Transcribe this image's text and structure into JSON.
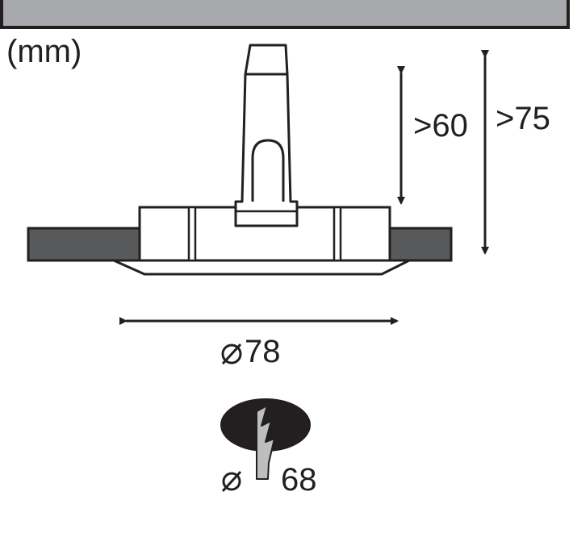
{
  "unit_label": "(mm)",
  "dimensions": {
    "depth_min": ">60",
    "depth_total": ">75",
    "outer_diameter": "78",
    "cutout_diameter": "68"
  },
  "colors": {
    "line": "#231f20",
    "ceiling": "#a7a9ac",
    "frame": "#6d6e71",
    "panel": "#58595b",
    "cutout_fill": "#231f20",
    "saw": "#bcbec0"
  },
  "icons": [
    "diameter-icon",
    "saw-icon"
  ]
}
